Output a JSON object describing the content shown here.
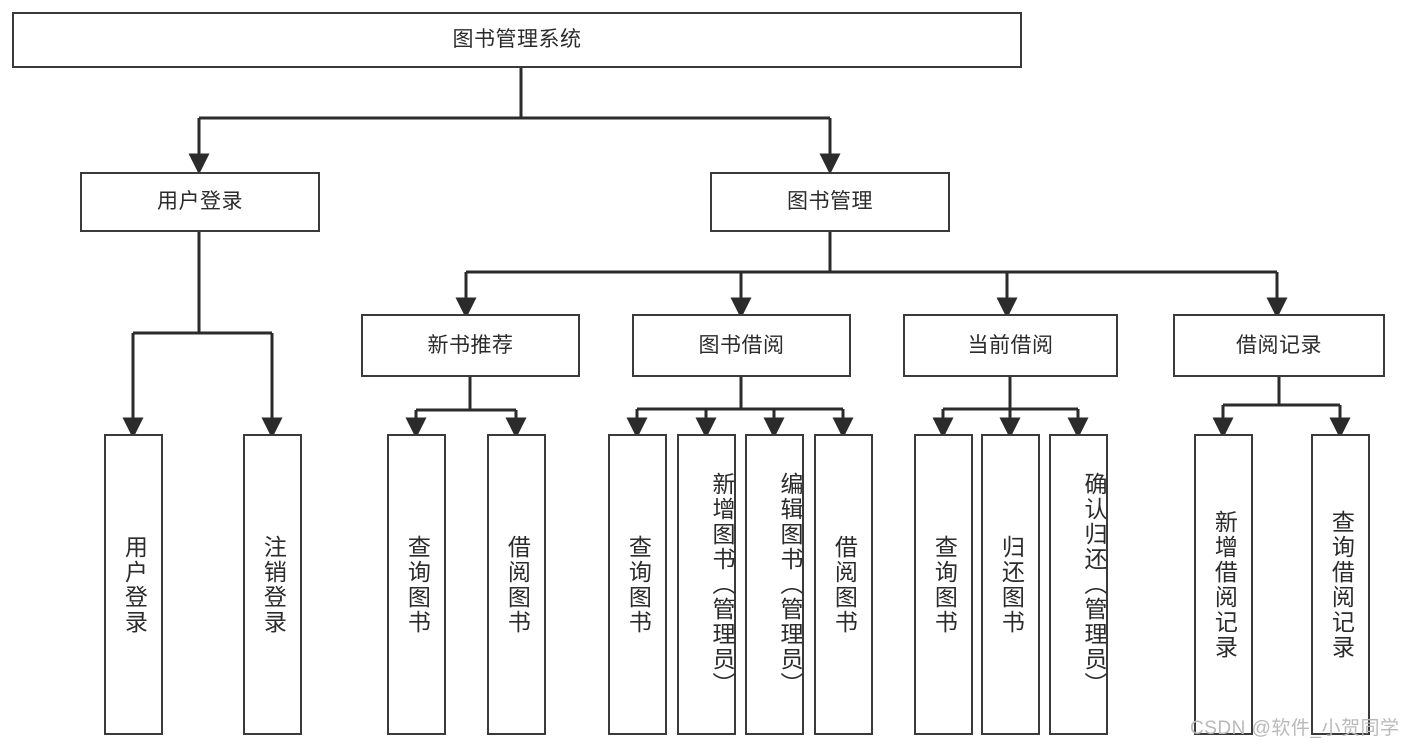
{
  "diagram": {
    "type": "hierarchy-tree",
    "root": {
      "label": "图书管理系统"
    },
    "level1": [
      {
        "label": "用户登录"
      },
      {
        "label": "图书管理"
      }
    ],
    "level2": [
      {
        "label": "新书推荐"
      },
      {
        "label": "图书借阅"
      },
      {
        "label": "当前借阅"
      },
      {
        "label": "借阅记录"
      }
    ],
    "leaves": {
      "user_login": [
        {
          "label": "用户登录"
        },
        {
          "label": "注销登录"
        }
      ],
      "new_book_recommend": [
        {
          "label": "查询图书"
        },
        {
          "label": "借阅图书"
        }
      ],
      "book_borrow": [
        {
          "label": "查询图书"
        },
        {
          "label": "新增图书（管理员）"
        },
        {
          "label": "编辑图书（管理员）"
        },
        {
          "label": "借阅图书"
        }
      ],
      "current_borrow": [
        {
          "label": "查询图书"
        },
        {
          "label": "归还图书"
        },
        {
          "label": "确认归还（管理员）"
        }
      ],
      "borrow_record": [
        {
          "label": "新增借阅记录"
        },
        {
          "label": "查询借阅记录"
        }
      ]
    }
  },
  "watermark": {
    "text": "CSDN @软件_小贺同学"
  },
  "colors": {
    "border": "#3a3a3a",
    "text": "#2b2b2b",
    "background": "#ffffff",
    "watermark": "#b9b9b9"
  }
}
